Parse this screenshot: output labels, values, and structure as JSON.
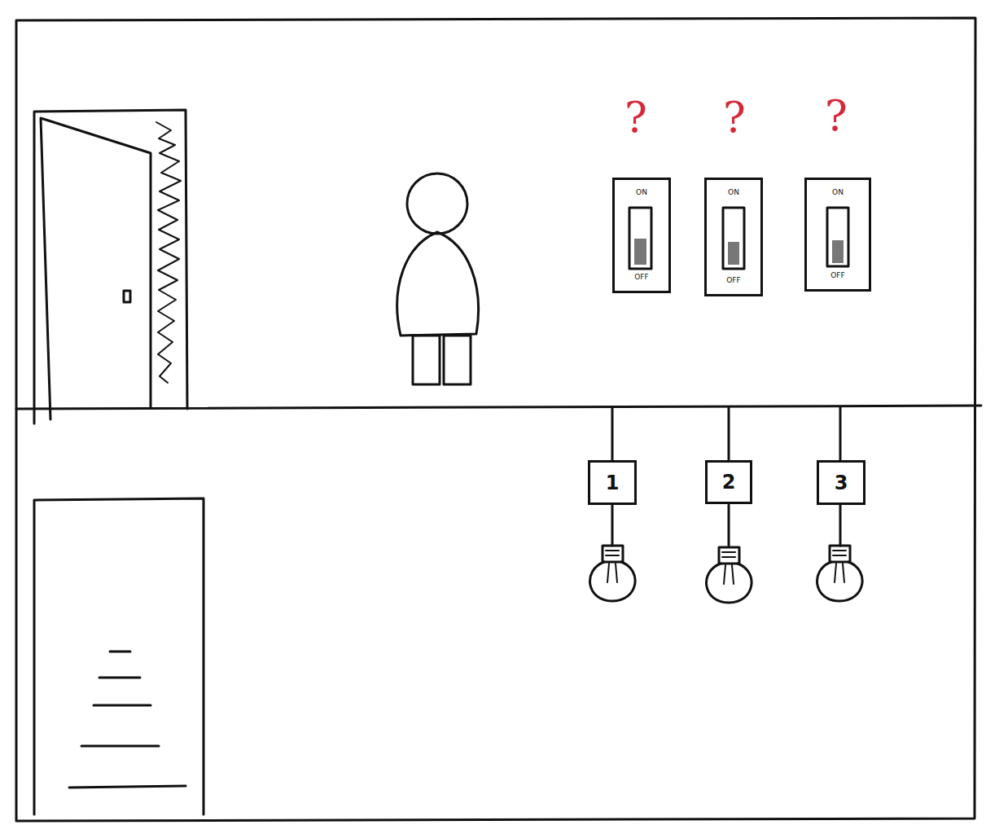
{
  "diagram": {
    "nodes": [
      {
        "text": [
          "ON",
          "OFF"
        ]
      },
      {
        "text": [
          "ON",
          "OFF"
        ]
      },
      {
        "text": [
          "ON",
          "OFF"
        ]
      },
      {
        "text": [
          "1"
        ]
      },
      {
        "text": [
          "2"
        ]
      },
      {
        "text": [
          "3"
        ]
      }
    ],
    "labels": [
      "?",
      "?",
      "?"
    ]
  }
}
